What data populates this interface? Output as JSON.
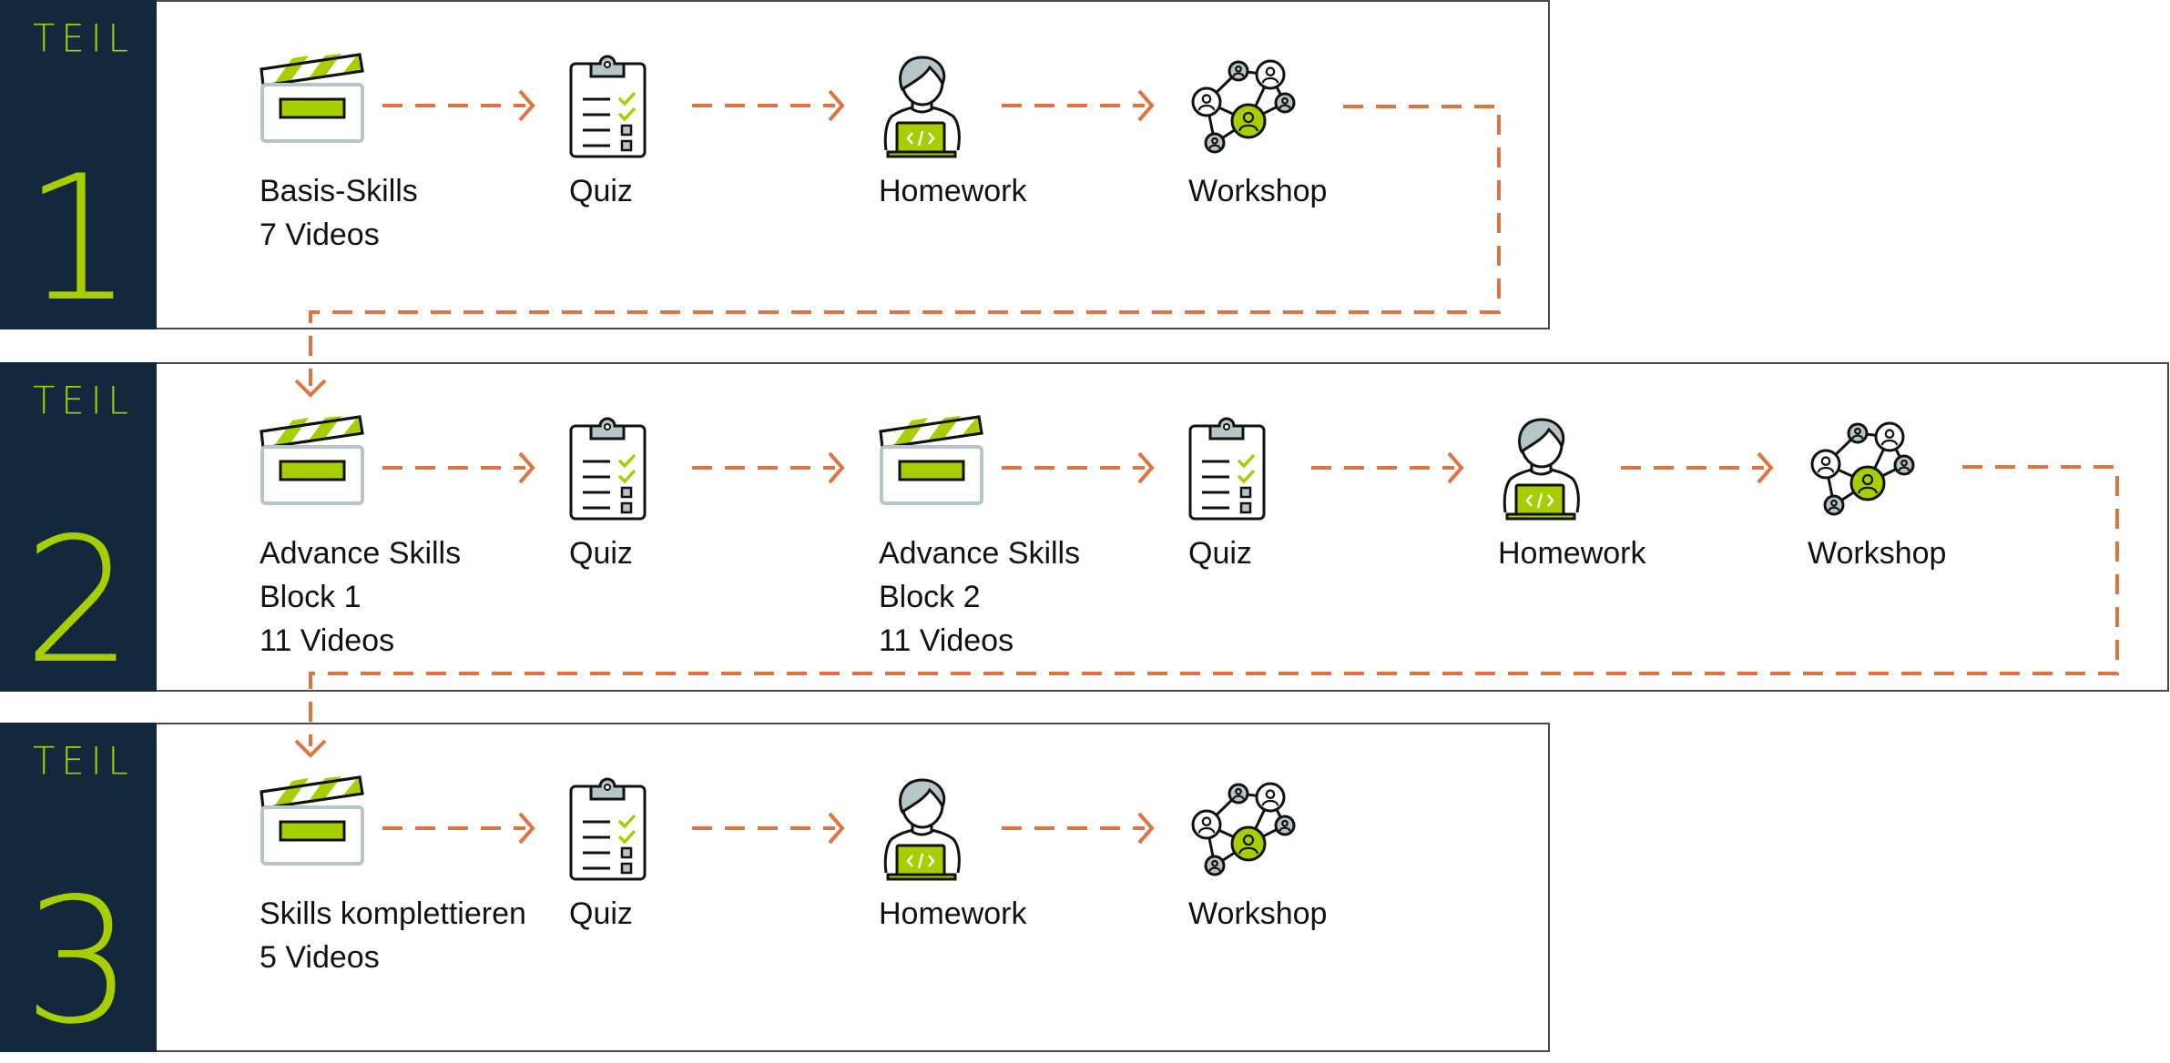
{
  "colors": {
    "sidebar": "#14283d",
    "accent_green": "#a7cf00",
    "connector_orange": "#e07440",
    "icon_grey": "#b5c5c8",
    "border": "#4a4a4a"
  },
  "parts": [
    {
      "label": "TEIL",
      "number": "1",
      "steps": [
        {
          "type": "video",
          "icon": "clapperboard-icon",
          "lines": [
            "Basis-Skills",
            "7 Videos"
          ]
        },
        {
          "type": "quiz",
          "icon": "clipboard-checklist-icon",
          "lines": [
            "Quiz"
          ]
        },
        {
          "type": "homework",
          "icon": "person-laptop-code-icon",
          "lines": [
            "Homework"
          ]
        },
        {
          "type": "workshop",
          "icon": "people-network-icon",
          "lines": [
            "Workshop"
          ]
        }
      ]
    },
    {
      "label": "TEIL",
      "number": "2",
      "steps": [
        {
          "type": "video",
          "icon": "clapperboard-icon",
          "lines": [
            "Advance Skills",
            "Block 1",
            "11 Videos"
          ]
        },
        {
          "type": "quiz",
          "icon": "clipboard-checklist-icon",
          "lines": [
            "Quiz"
          ]
        },
        {
          "type": "video",
          "icon": "clapperboard-icon",
          "lines": [
            "Advance Skills",
            "Block 2",
            "11 Videos"
          ]
        },
        {
          "type": "quiz",
          "icon": "clipboard-checklist-icon",
          "lines": [
            "Quiz"
          ]
        },
        {
          "type": "homework",
          "icon": "person-laptop-code-icon",
          "lines": [
            "Homework"
          ]
        },
        {
          "type": "workshop",
          "icon": "people-network-icon",
          "lines": [
            "Workshop"
          ]
        }
      ]
    },
    {
      "label": "TEIL",
      "number": "3",
      "steps": [
        {
          "type": "video",
          "icon": "clapperboard-icon",
          "lines": [
            "Skills komplettieren",
            "5 Videos"
          ]
        },
        {
          "type": "quiz",
          "icon": "clipboard-checklist-icon",
          "lines": [
            "Quiz"
          ]
        },
        {
          "type": "homework",
          "icon": "person-laptop-code-icon",
          "lines": [
            "Homework"
          ]
        },
        {
          "type": "workshop",
          "icon": "people-network-icon",
          "lines": [
            "Workshop"
          ]
        }
      ]
    }
  ]
}
